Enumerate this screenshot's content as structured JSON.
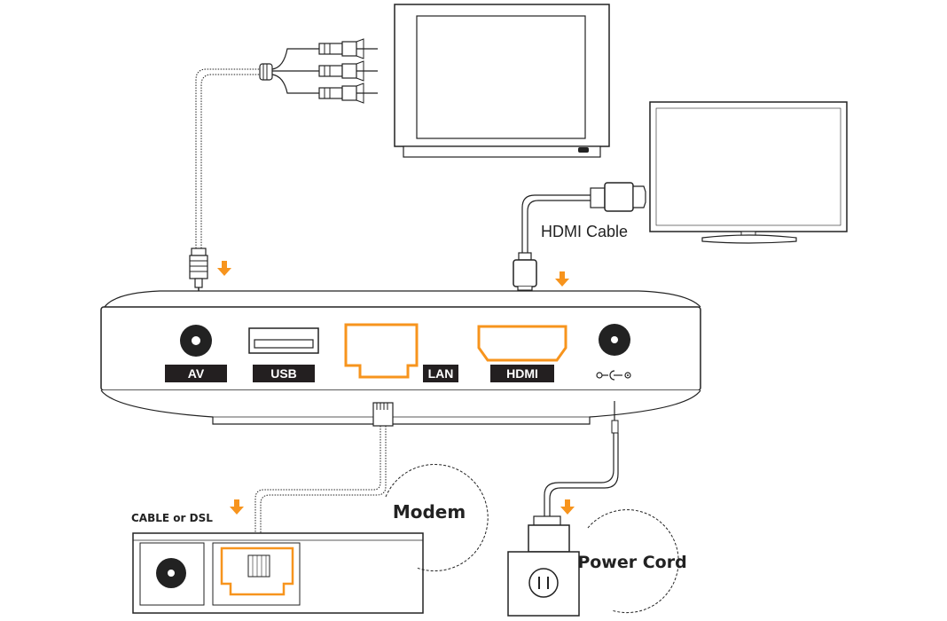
{
  "labels": {
    "av": "AV",
    "usb": "USB",
    "lan": "LAN",
    "hdmi": "HDMI",
    "hdmi_cable": "HDMI Cable",
    "modem": "Modem",
    "cable_or_dsl": "CABLE or DSL",
    "power_cord": "Power Cord"
  },
  "colors": {
    "accent": "#F7941D",
    "line": "#222222",
    "label_bg": "#231F20"
  },
  "icons": {
    "dc_power_symbol": "dc-power-jack-symbol",
    "arrows": "down-arrow"
  }
}
